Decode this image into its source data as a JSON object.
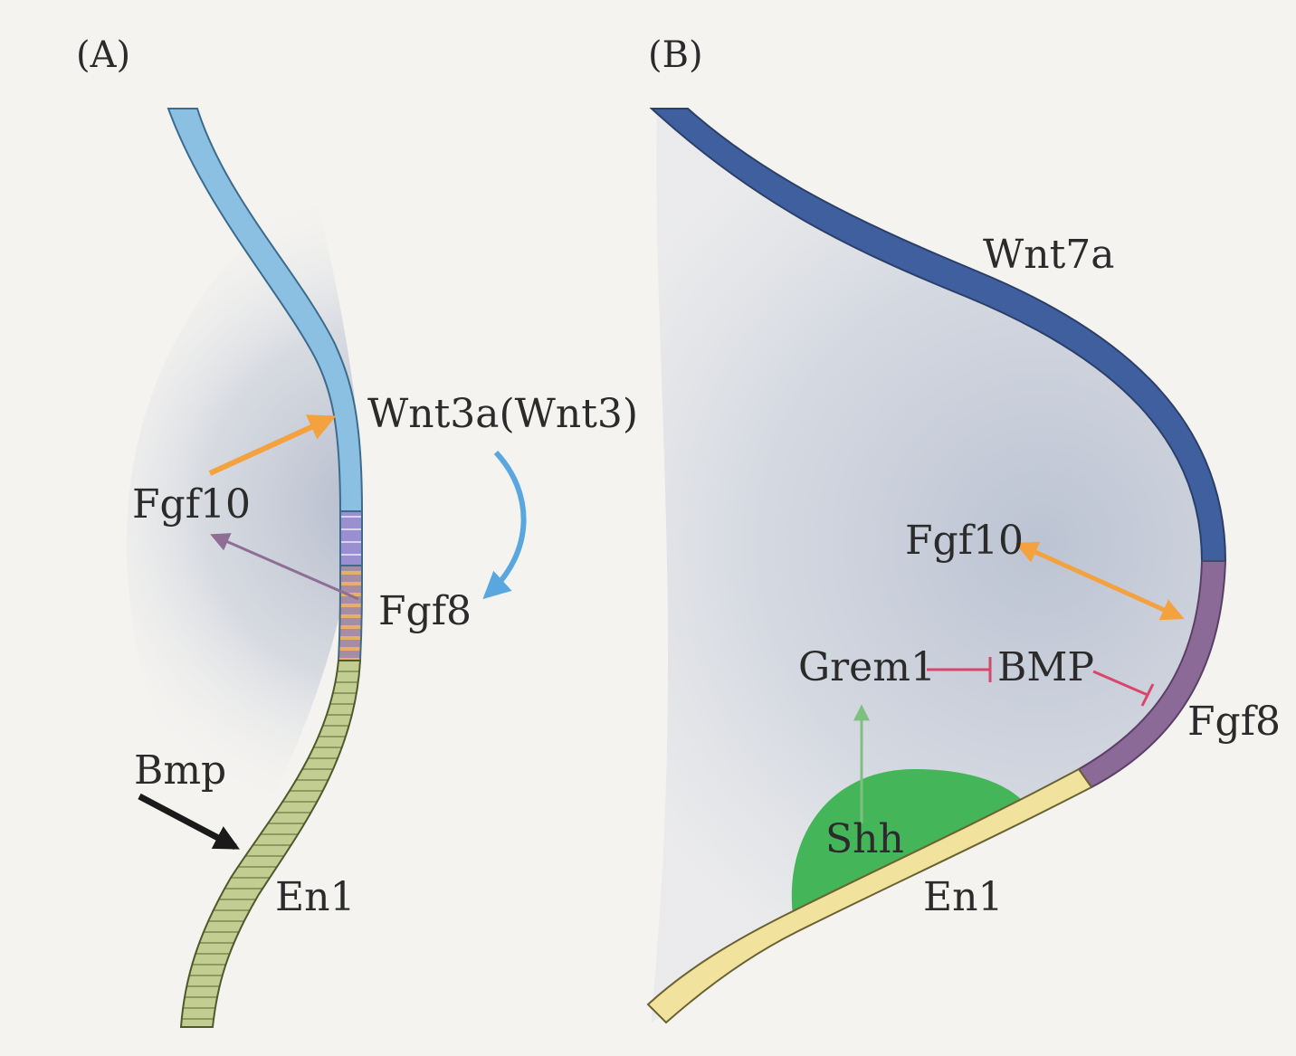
{
  "panels": [
    {
      "label": "(A)",
      "labels": {
        "wnt3a": "Wnt3a(Wnt3)",
        "fgf10": "Fgf10",
        "fgf8": "Fgf8",
        "bmp": "Bmp",
        "en1": "En1"
      }
    },
    {
      "label": "(B)",
      "labels": {
        "wnt7a": "Wnt7a",
        "fgf10": "Fgf10",
        "grem1": "Grem1",
        "bmp": "BMP",
        "fgf8": "Fgf8",
        "shh": "Shh",
        "en1": "En1"
      }
    }
  ],
  "colors": {
    "background": "#f4f3f0",
    "wnt3a_domain": "#8cc0e3",
    "fgf8_domain_a": "#a58fc4",
    "fgf8_stripes": "#e5b476",
    "en1_domain_a": "#c4cf95",
    "wnt7a_domain": "#3f5f9e",
    "fgf8_domain_b": "#8b6a98",
    "en1_domain_b": "#f1e29d",
    "shh_zone": "#45b55a",
    "mesenchyme_shade": "#b9c1d1",
    "fgf10_arrow": "#f3a23f",
    "fgf8_arrow": "#8f6e95",
    "wnt_loop_arrow": "#5aa7e0",
    "bmp_arrow": "#1a1a1a",
    "inhibition": "#d9466a",
    "shh_arrow": "#7fbf7f"
  }
}
